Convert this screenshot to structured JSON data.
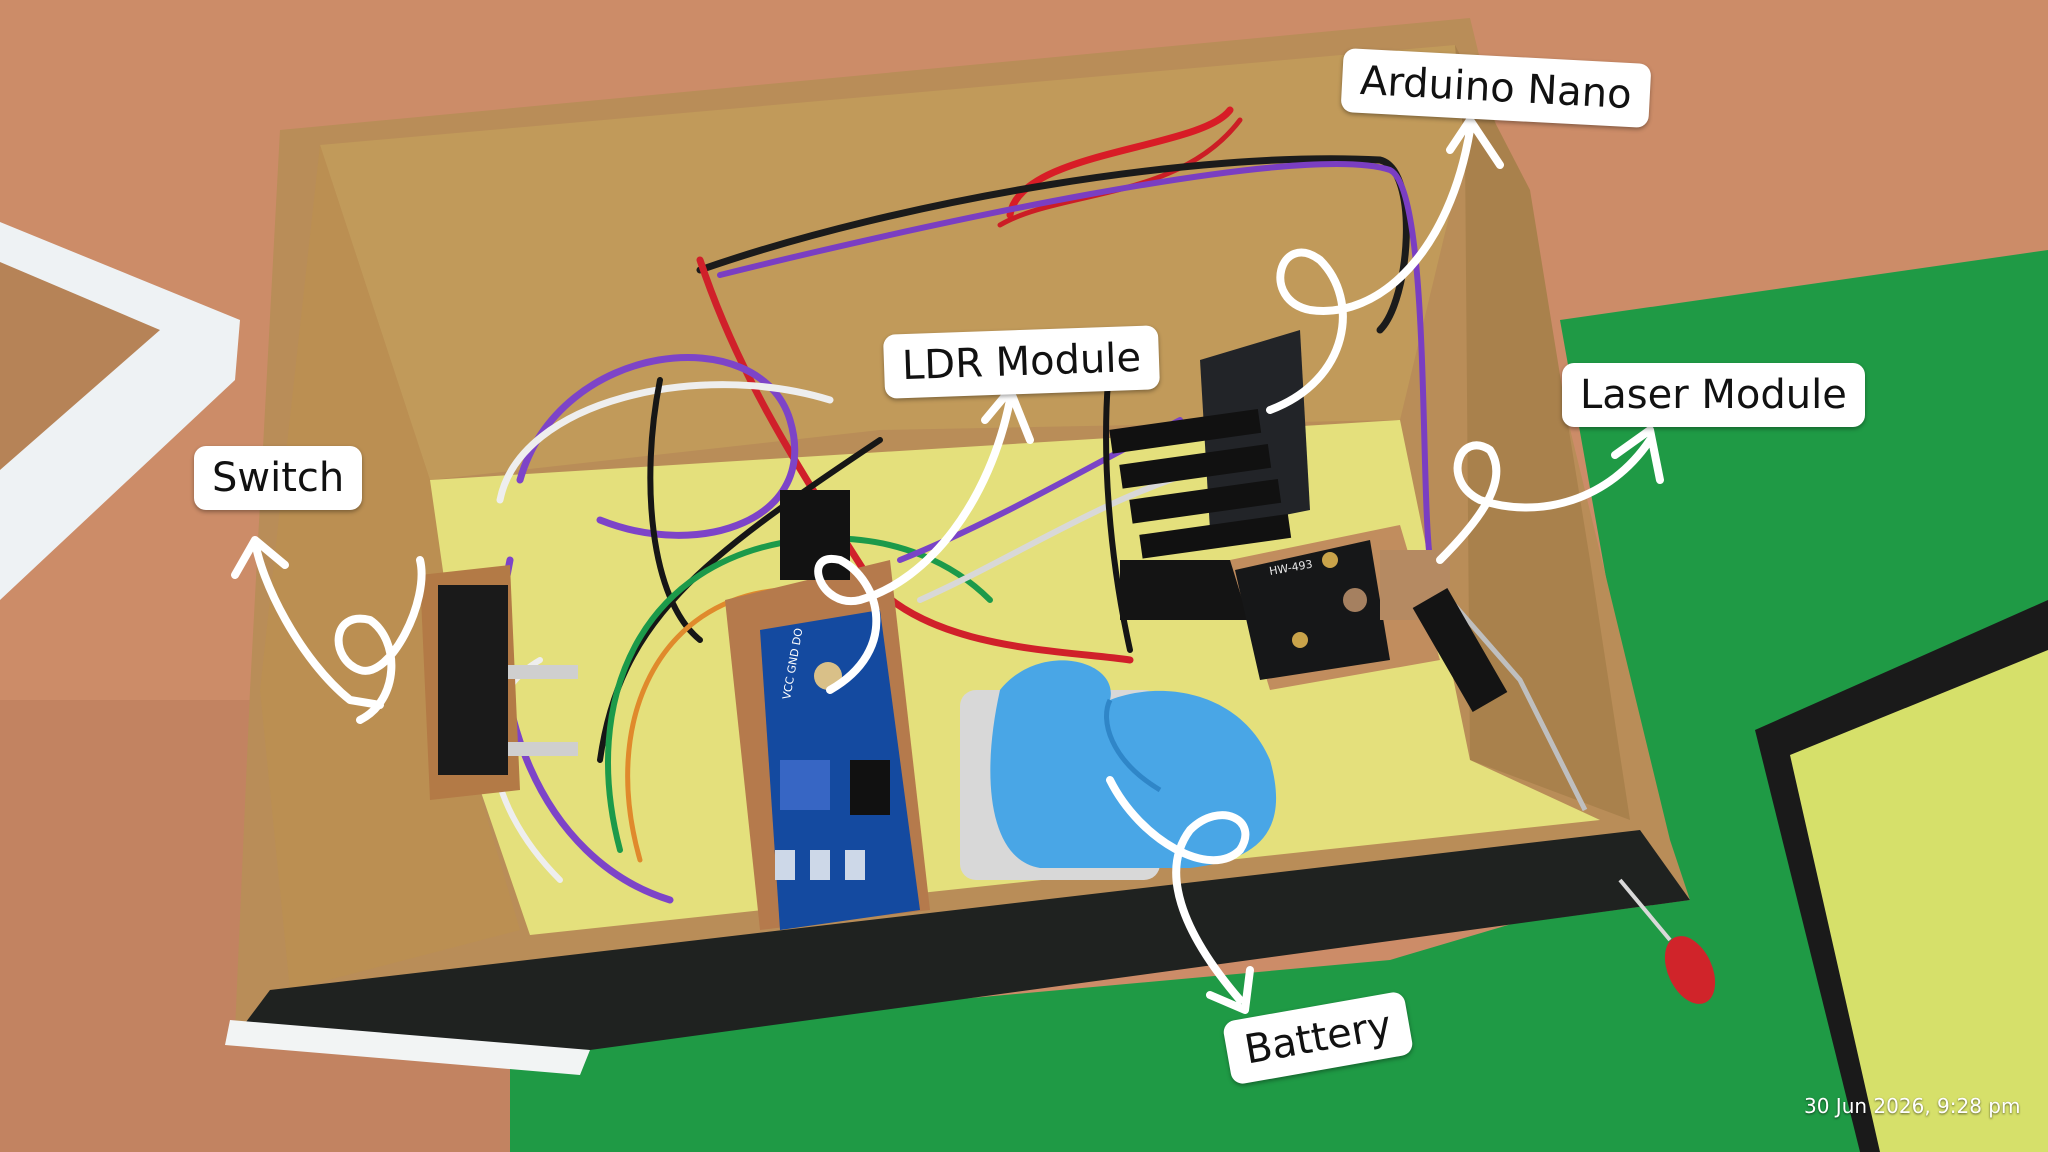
{
  "labels": {
    "arduino": "Arduino Nano",
    "ldr": "LDR Module",
    "laser": "Laser Module",
    "switch": "Switch",
    "battery": "Battery"
  },
  "timestamp": "30 Jun 2026, 9:28 pm",
  "board_marks": {
    "laser_board": "HW-493",
    "ldr_pins": "VCC GND DO"
  }
}
